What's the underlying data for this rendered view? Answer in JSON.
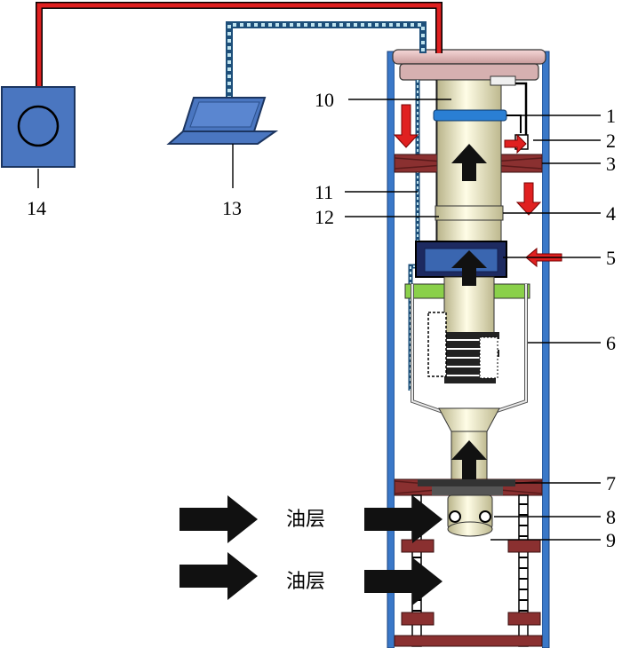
{
  "labels": {
    "n1": "1",
    "n2": "2",
    "n3": "3",
    "n4": "4",
    "n5": "5",
    "n6": "6",
    "n7": "7",
    "n8": "8",
    "n9": "9",
    "n10": "10",
    "n11": "11",
    "n12": "12",
    "n13": "13",
    "n14": "14"
  },
  "oil_layer_label": "油层",
  "colors": {
    "red_cable": "#e02020",
    "blue_cable": "#2a7fd4",
    "tool_body": "#f2f0c8",
    "well_wall": "#3a78c8",
    "monitor": "#4a76c0",
    "arrow": "#111111"
  }
}
